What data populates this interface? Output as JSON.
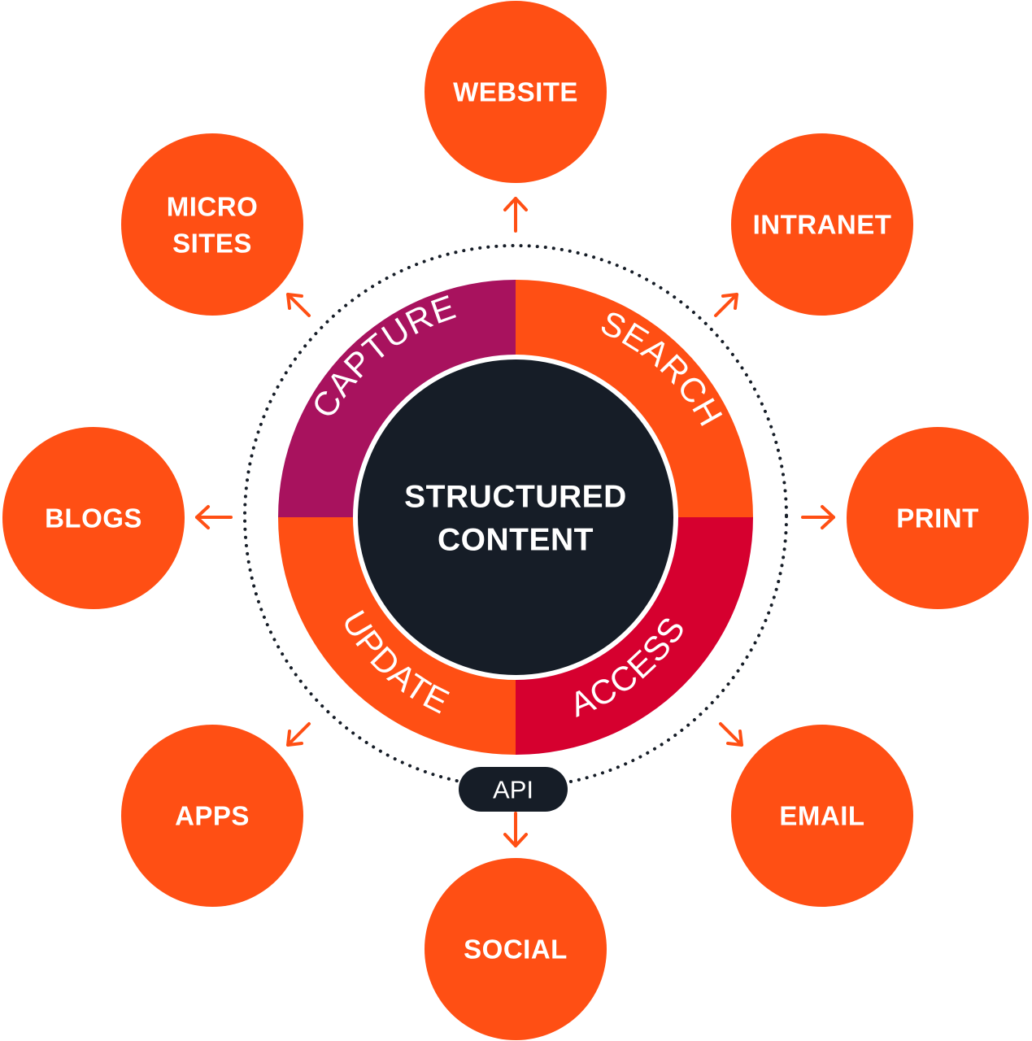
{
  "center": {
    "lines": [
      "STRUCTURED",
      "CONTENT"
    ]
  },
  "segments": [
    {
      "label": "CAPTURE",
      "color": "#a8125e"
    },
    {
      "label": "SEARCH",
      "color": "#ff4f14"
    },
    {
      "label": "ACCESS",
      "color": "#d6002f"
    },
    {
      "label": "UPDATE",
      "color": "#ff4f14"
    }
  ],
  "api": {
    "label": "API"
  },
  "outputs": [
    {
      "lines": [
        "WEBSITE"
      ]
    },
    {
      "lines": [
        "INTRANET"
      ]
    },
    {
      "lines": [
        "PRINT"
      ]
    },
    {
      "lines": [
        "EMAIL"
      ]
    },
    {
      "lines": [
        "SOCIAL"
      ]
    },
    {
      "lines": [
        "APPS"
      ]
    },
    {
      "lines": [
        "BLOGS"
      ]
    },
    {
      "lines": [
        "MICRO",
        "SITES"
      ]
    }
  ],
  "colors": {
    "satellite": "#ff4f14",
    "arrow": "#ff4f14",
    "core": "#161d27",
    "dotted_ring": "#161d27",
    "api_pill": "#161d27"
  }
}
